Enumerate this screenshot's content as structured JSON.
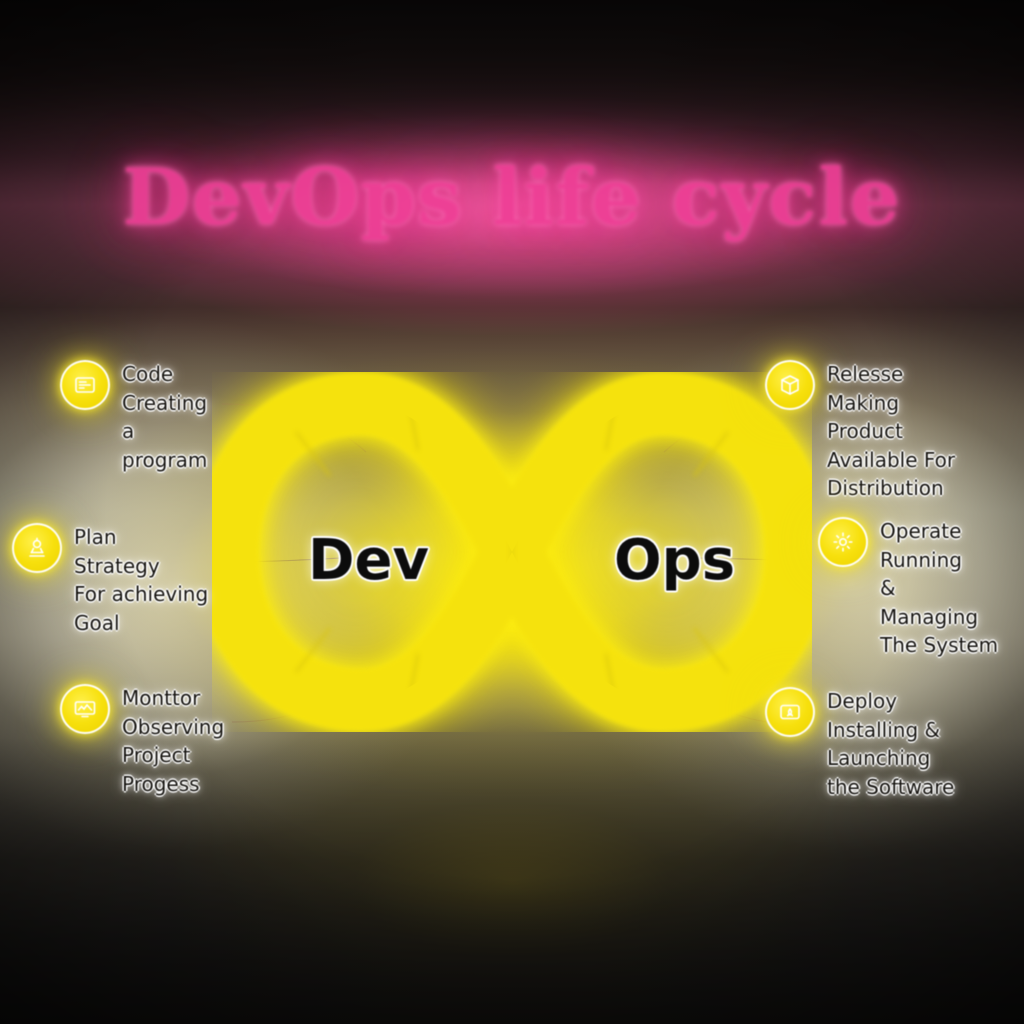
{
  "title": "DevOps life cycle",
  "center": {
    "dev_label": "Dev",
    "ops_label": "Ops"
  },
  "colors": {
    "accent_yellow": "#F5E20D",
    "title_pink": "#EF3F96",
    "label_text": "#15130F",
    "badge_border": "#FFFFFF"
  },
  "left_items": [
    {
      "icon": "code-document-icon",
      "lines": [
        "Code",
        "Creating",
        "a",
        "program"
      ]
    },
    {
      "icon": "plan-strategy-icon",
      "lines": [
        "Plan",
        "Strategy",
        "For achieving",
        "Goal"
      ]
    },
    {
      "icon": "monitor-dashboard-icon",
      "lines": [
        "Monttor",
        "Observing",
        "Project",
        "Progess"
      ]
    }
  ],
  "right_items": [
    {
      "icon": "release-package-icon",
      "lines": [
        "Relesse",
        "Making",
        "Product",
        "Available For",
        "Distribution"
      ]
    },
    {
      "icon": "operate-gear-icon",
      "lines": [
        "Operate",
        "Running",
        "&",
        "Managing",
        "The System"
      ]
    },
    {
      "icon": "deploy-rocket-icon",
      "lines": [
        "Deploy",
        "Installing &",
        "Launching",
        "the Software"
      ]
    }
  ]
}
